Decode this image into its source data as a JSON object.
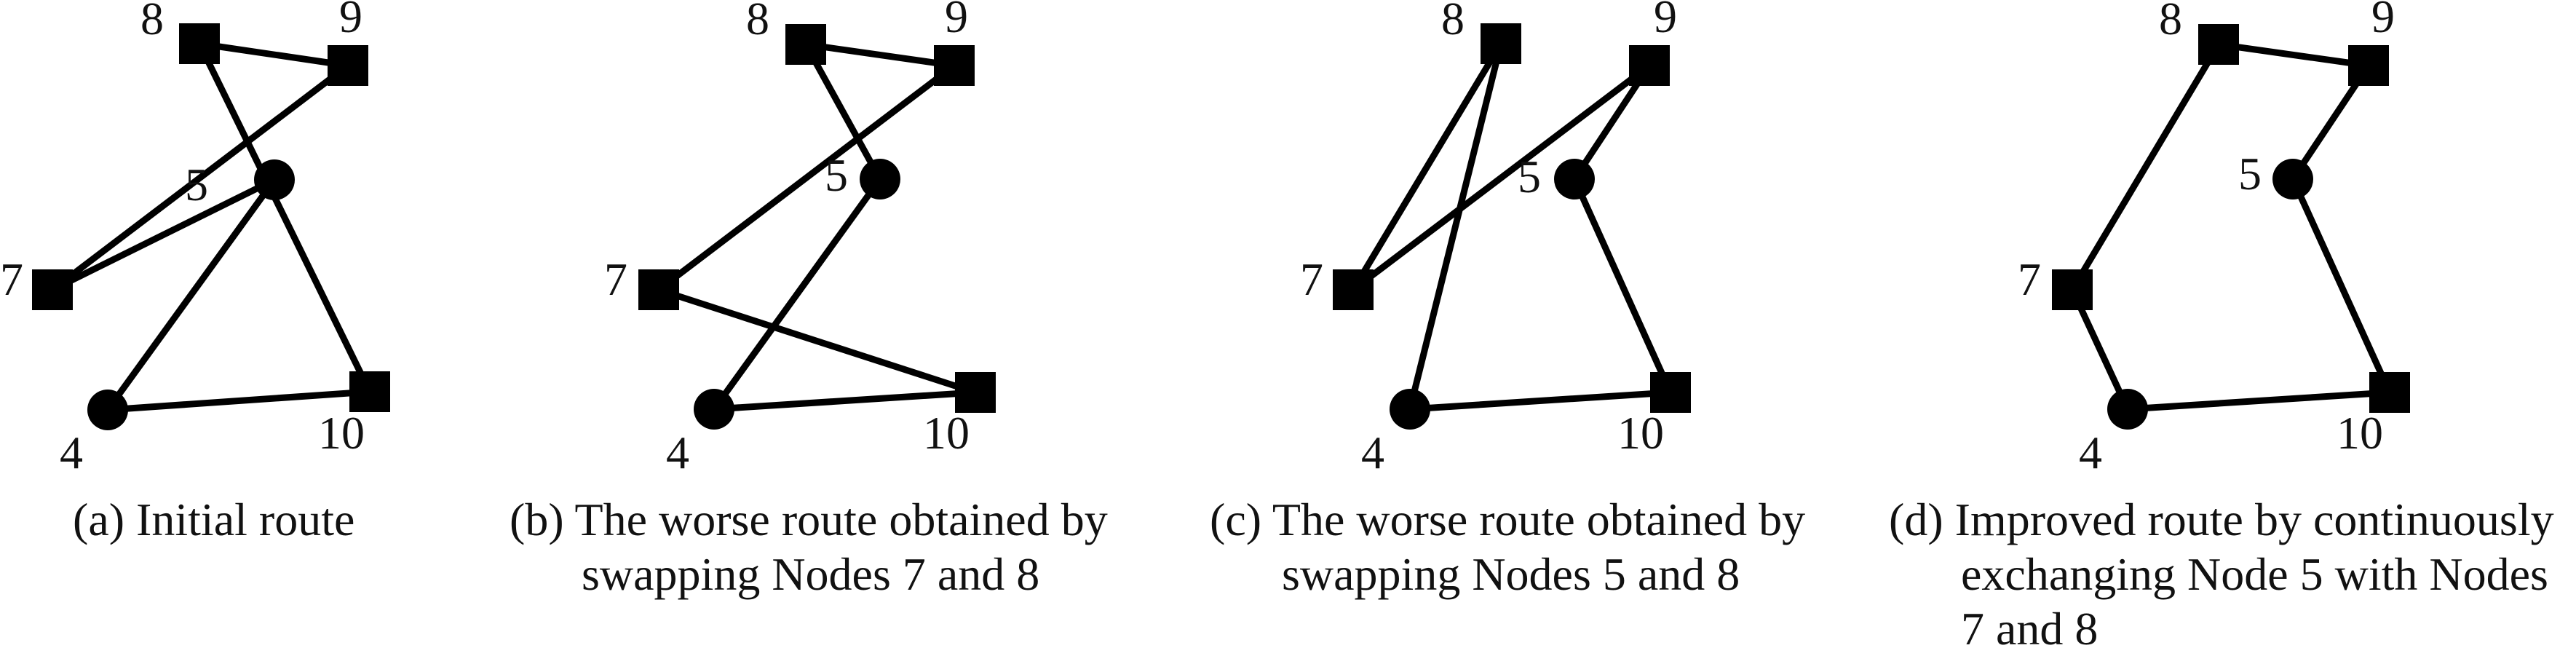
{
  "figure": {
    "node_types": {
      "4": "circle",
      "5": "circle",
      "7": "square",
      "8": "square",
      "9": "square",
      "10": "square"
    },
    "panels": [
      {
        "id": "a",
        "caption_lines": [
          "(a) Initial route"
        ],
        "route": [
          4,
          5,
          7,
          9,
          8,
          10,
          4
        ],
        "edges": [
          [
            4,
            5
          ],
          [
            5,
            7
          ],
          [
            7,
            9
          ],
          [
            9,
            8
          ],
          [
            8,
            10
          ],
          [
            10,
            4
          ]
        ],
        "node_labels": [
          "8",
          "9",
          "5",
          "7",
          "4",
          "10"
        ]
      },
      {
        "id": "b",
        "caption_lines": [
          "(b) The worse route obtained by",
          "swapping Nodes 7 and 8"
        ],
        "route": [
          4,
          5,
          8,
          9,
          7,
          10,
          4
        ],
        "edges": [
          [
            4,
            5
          ],
          [
            5,
            8
          ],
          [
            8,
            9
          ],
          [
            9,
            7
          ],
          [
            7,
            10
          ],
          [
            10,
            4
          ]
        ],
        "node_labels": [
          "8",
          "9",
          "5",
          "7",
          "4",
          "10"
        ]
      },
      {
        "id": "c",
        "caption_lines": [
          "(c) The worse route obtained by",
          "swapping Nodes 5 and 8"
        ],
        "route": [
          4,
          8,
          7,
          9,
          5,
          10,
          4
        ],
        "edges": [
          [
            4,
            8
          ],
          [
            8,
            7
          ],
          [
            7,
            9
          ],
          [
            9,
            5
          ],
          [
            5,
            10
          ],
          [
            10,
            4
          ]
        ],
        "node_labels": [
          "8",
          "9",
          "5",
          "7",
          "4",
          "10"
        ]
      },
      {
        "id": "d",
        "caption_lines": [
          "(d) Improved route by continuously",
          "exchanging Node 5 with Nodes",
          "7 and 8"
        ],
        "route": [
          4,
          7,
          8,
          9,
          5,
          10,
          4
        ],
        "edges": [
          [
            4,
            7
          ],
          [
            7,
            8
          ],
          [
            8,
            9
          ],
          [
            9,
            5
          ],
          [
            5,
            10
          ],
          [
            10,
            4
          ]
        ],
        "node_labels": [
          "8",
          "9",
          "5",
          "7",
          "4",
          "10"
        ]
      }
    ]
  }
}
